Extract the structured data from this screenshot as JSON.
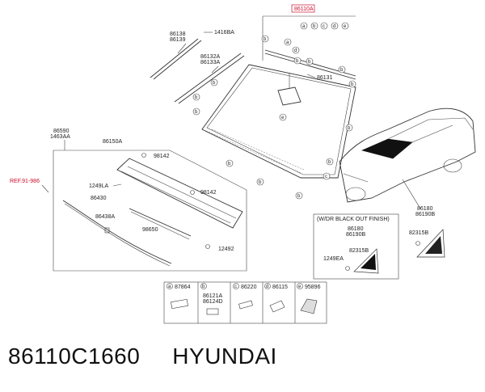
{
  "part_number": "86110C1660",
  "brand": "HYUNDAI",
  "main_ref": "86110A",
  "variants": [
    "a",
    "b",
    "c",
    "d",
    "e"
  ],
  "labels": {
    "n86138": "86138",
    "n86139": "86139",
    "n1416BA": "1416BA",
    "n86132A": "86132A",
    "n86133A": "86133A",
    "n86131": "86131",
    "n86590": "86590",
    "n1463AA": "1463AA",
    "n86150A": "86150A",
    "n98142a": "98142",
    "n98142b": "98142",
    "ref": "REF.91-986",
    "n1249LA": "1249LA",
    "n86430": "86430",
    "n86438A": "86438A",
    "n98650": "98650",
    "n12492": "12492",
    "blackout": "(W/DR BLACK OUT FINISH)",
    "n86180a": "86180",
    "n86190B_a": "86190B",
    "n82315B_a": "82315B",
    "n1249EA": "1249EA",
    "n86180b": "86180",
    "n86190B_b": "86190B",
    "n82315B_b": "82315B"
  },
  "callouts": {
    "a": "a",
    "b": "b",
    "c": "c",
    "d": "d",
    "e": "e"
  },
  "legend": [
    {
      "letter": "a",
      "part": "87864"
    },
    {
      "letter": "b",
      "part": "86121A",
      "part2": "86124D"
    },
    {
      "letter": "c",
      "part": "86220"
    },
    {
      "letter": "d",
      "part": "86115"
    },
    {
      "letter": "e",
      "part": "95896"
    }
  ]
}
